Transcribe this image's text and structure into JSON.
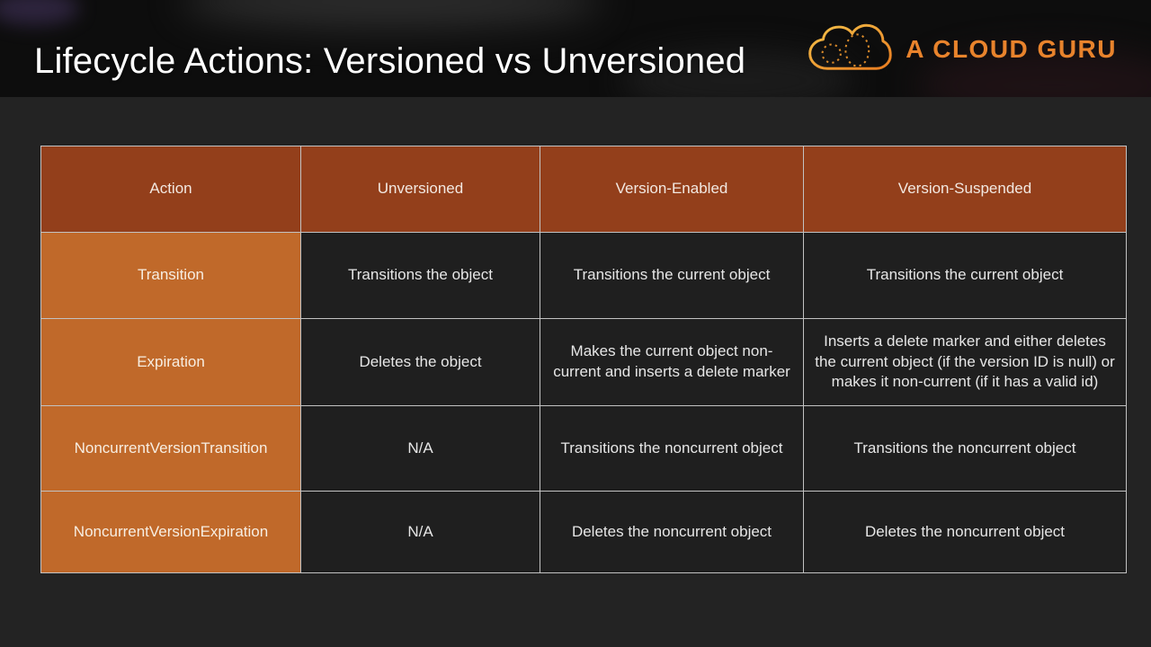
{
  "header": {
    "title": "Lifecycle Actions: Versioned vs Unversioned",
    "logo_text": "A CLOUD GURU"
  },
  "colors": {
    "brand_orange": "#E8832C",
    "table_header_bg": "#933F1B",
    "action_column_bg": "#C0692A",
    "cell_bg": "#1F1F1F",
    "page_bg": "#232323",
    "grid_border": "#C2C2C2",
    "title_text": "#FFFFFF"
  },
  "table": {
    "columns": [
      "Action",
      "Unversioned",
      "Version-Enabled",
      "Version-Suspended"
    ],
    "rows": [
      {
        "cells": [
          "Transition",
          "Transitions the object",
          "Transitions the current object",
          "Transitions the current object"
        ]
      },
      {
        "cells": [
          "Expiration",
          "Deletes the object",
          "Makes the current object non-current and inserts a delete marker",
          "Inserts a delete marker and either deletes the current object (if the version ID is null) or makes it non-current (if it has a valid id)"
        ]
      },
      {
        "cells": [
          "NoncurrentVersionTransition",
          "N/A",
          "Transitions the noncurrent object",
          "Transitions the noncurrent object"
        ]
      },
      {
        "cells": [
          "NoncurrentVersionExpiration",
          "N/A",
          "Deletes the noncurrent object",
          "Deletes the noncurrent object"
        ]
      }
    ]
  }
}
